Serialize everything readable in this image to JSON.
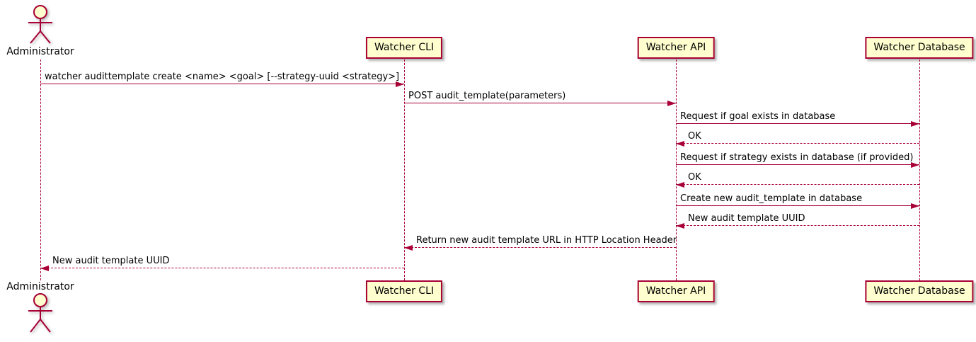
{
  "diagram": {
    "type": "sequence-diagram",
    "tool_style": "plantuml",
    "colors": {
      "accent": "#A80036",
      "participant_fill": "#FEFECE",
      "text": "#000000",
      "background": "#FFFFFF"
    },
    "actors": [
      {
        "name": "Administrator",
        "kind": "actor"
      },
      {
        "name": "Watcher CLI",
        "kind": "participant"
      },
      {
        "name": "Watcher API",
        "kind": "participant"
      },
      {
        "name": "Watcher Database",
        "kind": "participant"
      }
    ],
    "messages": [
      {
        "from": "Administrator",
        "to": "Watcher CLI",
        "line": "solid",
        "label": "watcher audittemplate create <name> <goal> [--strategy-uuid <strategy>]"
      },
      {
        "from": "Watcher CLI",
        "to": "Watcher API",
        "line": "solid",
        "label": "POST audit_template(parameters)"
      },
      {
        "from": "Watcher API",
        "to": "Watcher Database",
        "line": "solid",
        "label": "Request if goal exists in database"
      },
      {
        "from": "Watcher Database",
        "to": "Watcher API",
        "line": "dashed",
        "label": "OK"
      },
      {
        "from": "Watcher API",
        "to": "Watcher Database",
        "line": "solid",
        "label": "Request if strategy exists in database (if provided)"
      },
      {
        "from": "Watcher Database",
        "to": "Watcher API",
        "line": "dashed",
        "label": "OK"
      },
      {
        "from": "Watcher API",
        "to": "Watcher Database",
        "line": "solid",
        "label": "Create new audit_template in database"
      },
      {
        "from": "Watcher Database",
        "to": "Watcher API",
        "line": "dashed",
        "label": "New audit template UUID"
      },
      {
        "from": "Watcher API",
        "to": "Watcher CLI",
        "line": "dashed",
        "label": "Return new audit template URL in HTTP Location Header"
      },
      {
        "from": "Watcher CLI",
        "to": "Administrator",
        "line": "dashed",
        "label": "New audit template UUID"
      }
    ]
  }
}
